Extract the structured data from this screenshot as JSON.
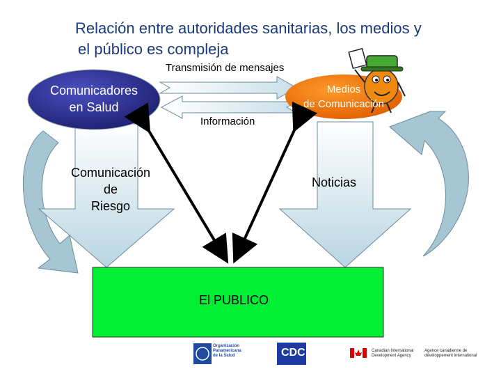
{
  "title_line1": "Relación entre autoridades sanitarias, los medios y",
  "title_line2": "el público es compleja",
  "labels": {
    "transmision": "Transmisión de mensajes",
    "informacion": "Información",
    "comunicadores_line1": "Comunicadores",
    "comunicadores_line2": "en Salud",
    "medios_line1": "Medios",
    "medios_line2": "de Comunicación",
    "riesgo_line1": "Comunicación",
    "riesgo_line2": "de",
    "riesgo_line3": "Riesgo",
    "noticias": "Noticias",
    "publico": "El PUBLICO"
  },
  "logos": {
    "ops_line1": "Organización",
    "ops_line2": "Panamericana",
    "ops_line3": "de la Salud",
    "cdc": "CDC",
    "cida_en_line1": "Canadian International",
    "cida_en_line2": "Development Agency",
    "cida_fr_line1": "Agence canadienne de",
    "cida_fr_line2": "développement international"
  },
  "colors": {
    "title": "#1a3a7a",
    "comunicadores_ellipse": "#2b2e8c",
    "medios_ellipse": "#f07a10",
    "publico_box": "#00ee33",
    "arrow_fill": "#cfe3ee",
    "arrow_stroke": "#6a8c9a",
    "curve_arrow_fill": "#a7c6d4"
  }
}
